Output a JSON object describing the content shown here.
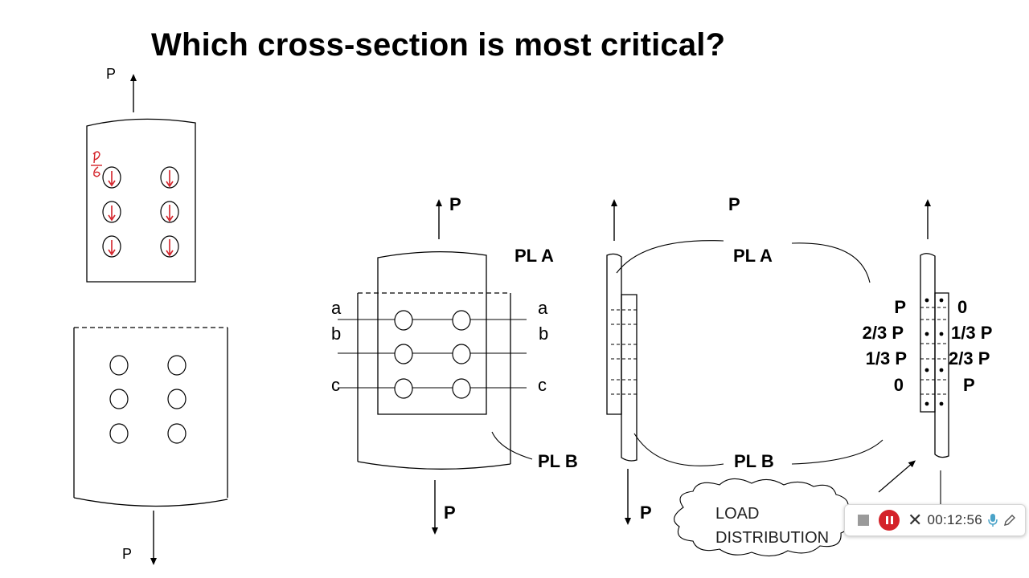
{
  "slide": {
    "title": "Which cross-section is most critical?"
  },
  "fig1": {
    "load_top": "P",
    "annot": "P/6"
  },
  "fig2": {
    "load_bottom": "P"
  },
  "fig3": {
    "load_top": "P",
    "load_bottom": "P",
    "plate_a": "PL A",
    "plate_b": "PL B",
    "sections": [
      {
        "left": "a",
        "right": "a"
      },
      {
        "left": "b",
        "right": "b"
      },
      {
        "left": "c",
        "right": "c"
      }
    ]
  },
  "fig4": {
    "load_top": "P",
    "load_bottom": "P",
    "plate_a": "PL A",
    "plate_b": "PL B"
  },
  "fig5": {
    "left_values": [
      "P",
      "2/3 P",
      "1/3 P",
      "0"
    ],
    "right_values": [
      "0",
      "1/3 P",
      "2/3 P",
      "P"
    ]
  },
  "callout": {
    "line1": "LOAD",
    "line2": "DISTRIBUTION"
  },
  "recorder": {
    "time": "00:12:56",
    "accent": "#d4232a"
  }
}
